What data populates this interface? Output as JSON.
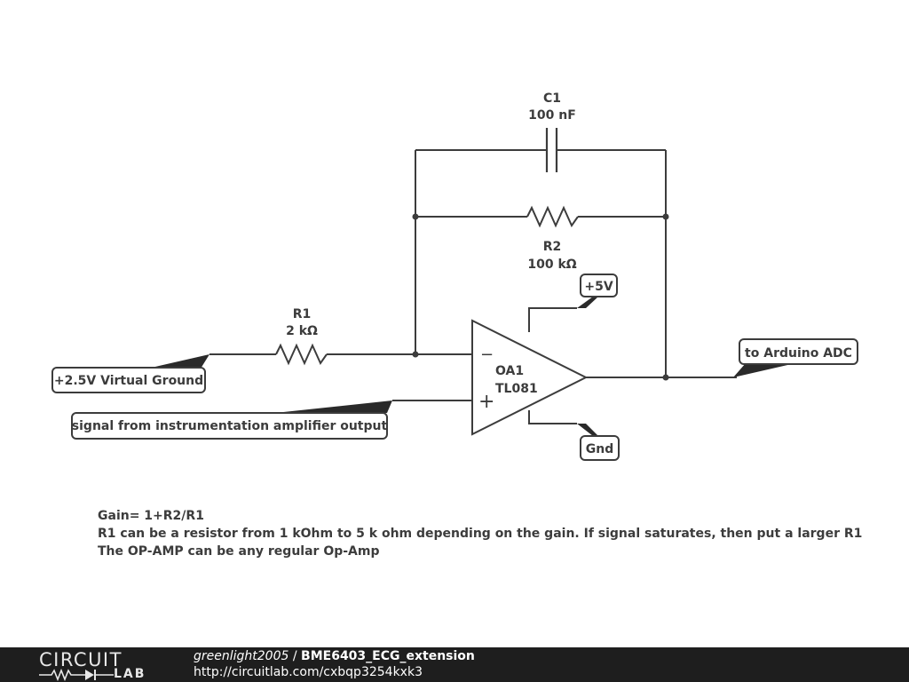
{
  "components": {
    "c1": {
      "ref": "C1",
      "value": "100 nF"
    },
    "r2": {
      "ref": "R2",
      "value": "100 kΩ"
    },
    "r1": {
      "ref": "R1",
      "value": "2 kΩ"
    },
    "oa1": {
      "ref": "OA1",
      "part": "TL081",
      "minus": "−",
      "plus": "+"
    }
  },
  "net_flags": {
    "vplus": "+5V",
    "gnd": "Gnd",
    "virtual_ground": "+2.5V Virtual Ground",
    "signal_in": "signal from instrumentation amplifier output",
    "output": "to Arduino ADC"
  },
  "notes": [
    "Gain= 1+R2/R1",
    "R1 can be a resistor from 1 kOhm to 5 k ohm depending on the gain. If signal saturates, then put a larger R1",
    "The OP-AMP can be any regular Op-Amp"
  ],
  "footer": {
    "logo_top": "CIRCUIT",
    "logo_bottom": "LAB",
    "author": "greenlight2005",
    "separator": " / ",
    "project": "BME6403_ECG_extension",
    "url": "http://circuitlab.com/cxbqp3254kxk3"
  },
  "colors": {
    "wire": "#3c3c3c",
    "footer_bg": "#1e1e1e",
    "footer_text": "#ffffff"
  }
}
